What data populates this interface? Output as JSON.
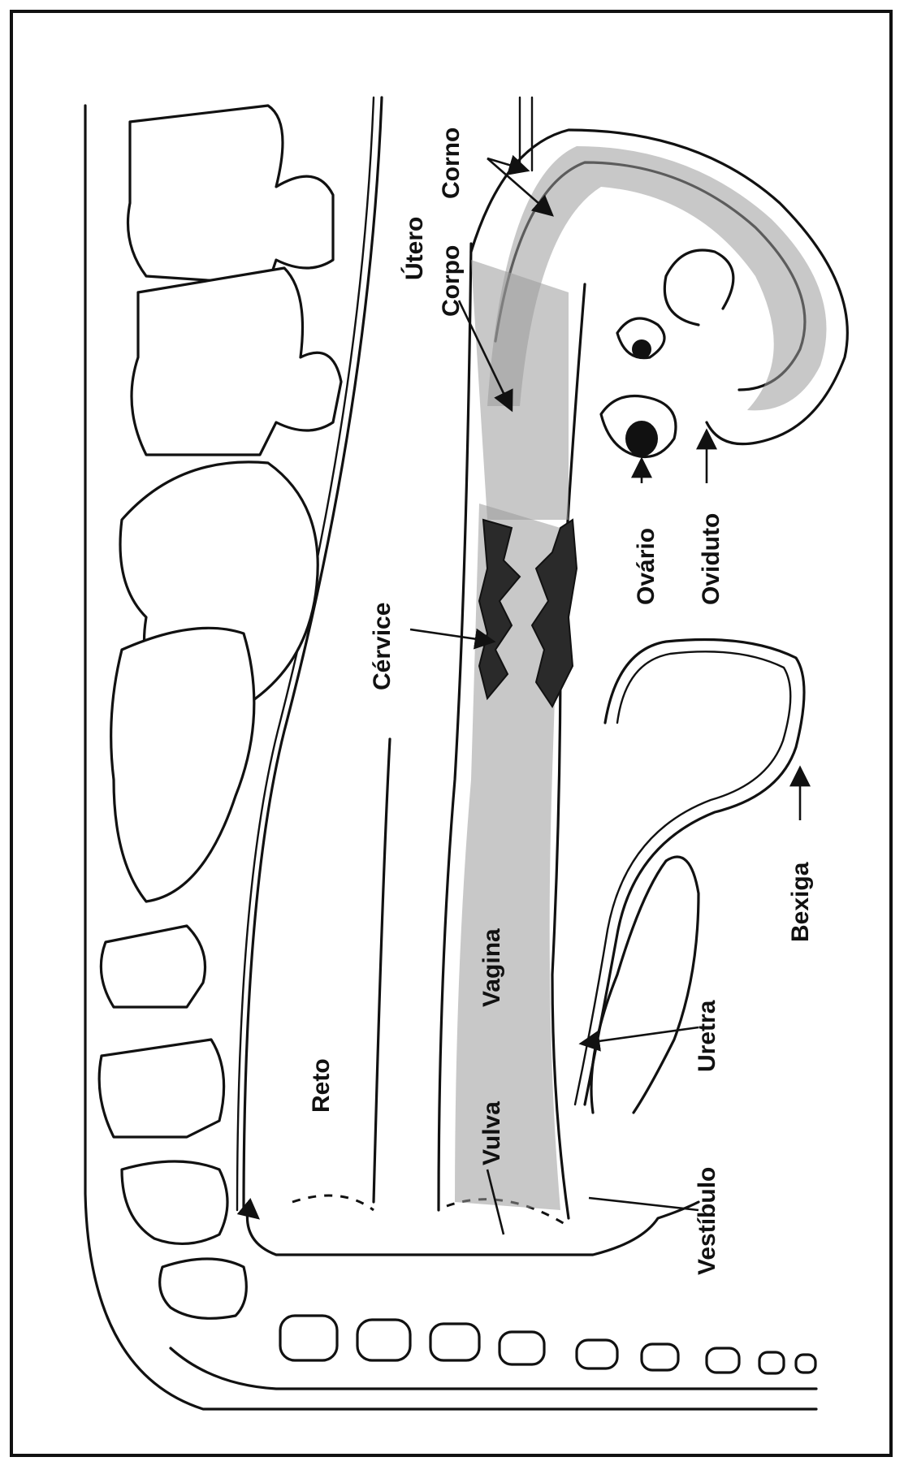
{
  "labels": {
    "utero": "Útero",
    "corno": "Corno",
    "corpo": "Corpo",
    "cervice": "Cérvice",
    "ovario": "Ovário",
    "oviduto": "Oviduto",
    "bexiga": "Bexiga",
    "uretra": "Uretra",
    "vagina": "Vagina",
    "reto": "Reto",
    "vulva": "Vulva",
    "vestibulo": "Vestíbulo"
  }
}
